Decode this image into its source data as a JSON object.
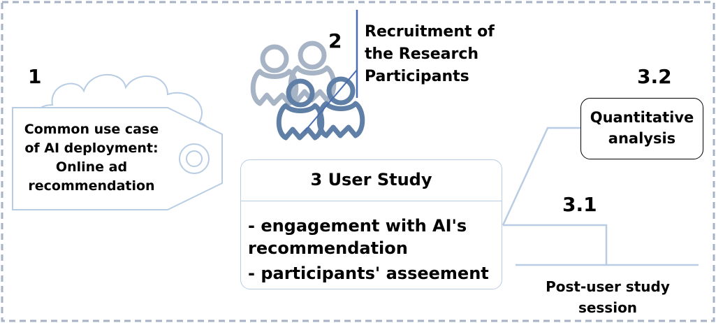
{
  "labels": {
    "n1": "1",
    "n2": "2",
    "n32": "3.2",
    "n31": "3.1"
  },
  "recruitment": {
    "line1": "Recruitment of",
    "line2": "the Research",
    "line3": "Participants"
  },
  "use_case": {
    "line1": "Common use case",
    "line2": "of AI deployment:",
    "line3": "Online ad",
    "line4": "recommendation"
  },
  "user_study": {
    "title": "3 User Study",
    "item1_line1": "- engagement with AI's",
    "item1_line2": "recommendation",
    "item2": "- participants' asseement"
  },
  "quantitative": {
    "line1": "Quantitative",
    "line2": "analysis"
  },
  "post_session": {
    "line1": "Post-user study",
    "line2": "session"
  },
  "colors": {
    "border_dashed": "#a7b3c4",
    "light_blue": "#b8cce4",
    "people_gray": "#a6b4c6",
    "people_blue": "#5f7fa6",
    "divider_blue": "#4a6fb0"
  },
  "icons": {
    "cloud": "cloud-icon",
    "tag": "price-tag-icon",
    "people": "people-group-icon"
  }
}
